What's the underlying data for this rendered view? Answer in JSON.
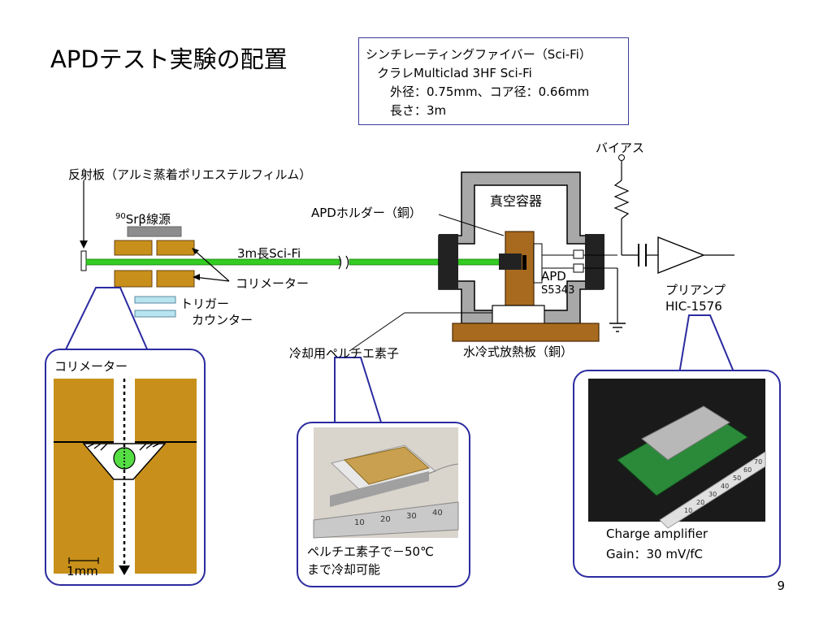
{
  "title": "APDテスト実験の配置",
  "spec_box": {
    "line1": "シンチレーティングファイバー（Sci-Fi）",
    "line2": "クラレMulticlad 3HF Sci-Fi",
    "line3": "外径：0.75mm、コア径：0.66mm",
    "line4": "長さ：3m"
  },
  "labels": {
    "reflector": "反射板（アルミ蒸着ポリエステルフィルム）",
    "source_sup": "90",
    "source": "Srβ線源",
    "fiber": "3m長Sci-Fi",
    "collimator": "コリメーター",
    "trigger_line1": "トリガー",
    "trigger_line2": "カウンター",
    "apd_holder": "APDホルダー（銅）",
    "vacuum": "真空容器",
    "apd": "APD",
    "apd_model": "S5343",
    "bias": "バイアス",
    "preamp": "プリアンプ",
    "preamp_model": "HIC-1576",
    "heatsink": "水冷式放熱板（銅）",
    "peltier": "冷却用ペルチエ素子"
  },
  "callouts": {
    "collimator_title": "コリメーター",
    "scale": "1mm",
    "peltier_line1": "ペルチエ素子で－50℃",
    "peltier_line2": "まで冷却可能",
    "amp_line1": "Charge amplifier",
    "amp_line2": "Gain：30 mV/fC"
  },
  "photo_ruler": {
    "peltier_ticks": [
      "10",
      "20",
      "30",
      "40"
    ],
    "amp_ticks": [
      "10",
      "20",
      "30",
      "40",
      "50",
      "60",
      "70"
    ]
  },
  "page_number": "9",
  "colors": {
    "copper": "#c8901a",
    "copper_dark": "#8b5a14",
    "fiber": "#33cc22",
    "vessel": "#a8a8a8",
    "callout_border": "#2b2ba0",
    "trigger": "#b8e4f0"
  }
}
